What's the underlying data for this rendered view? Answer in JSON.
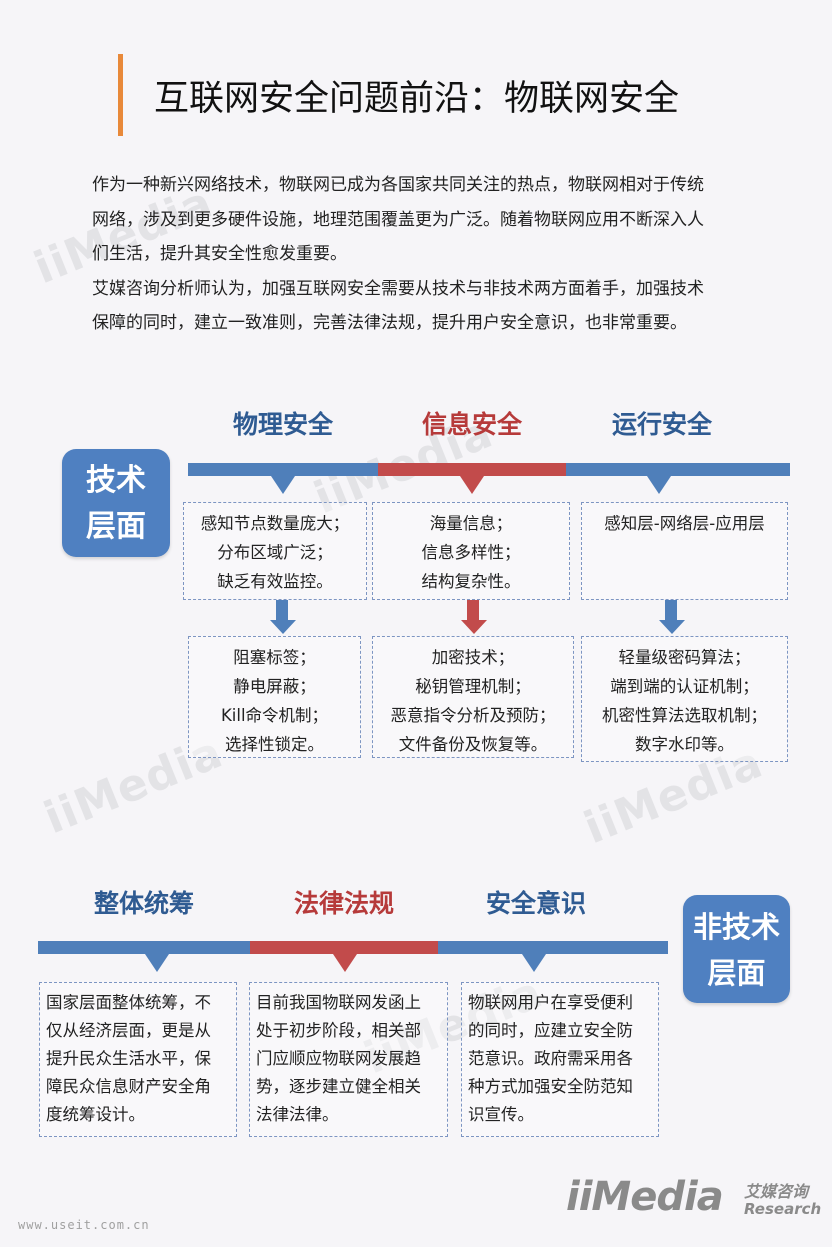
{
  "title": "互联网安全问题前沿：物联网安全",
  "intro": [
    "作为一种新兴网络技术，物联网已成为各国家共同关注的热点，物联网相对于传统",
    "网络，涉及到更多硬件设施，地理范围覆盖更为广泛。随着物联网应用不断深入人",
    "们生活，提升其安全性愈发重要。",
    "艾媒咨询分析师认为，加强互联网安全需要从技术与非技术两方面着手，加强技术",
    "保障的同时，建立一致准则，完善法律法规，提升用户安全意识，也非常重要。"
  ],
  "tech": {
    "badge": [
      "技术",
      "层面"
    ],
    "columns": [
      {
        "heading": "物理安全",
        "color": "#2f5b92",
        "issues": [
          "感知节点数量庞大；",
          "分布区域广泛；",
          "缺乏有效监控。"
        ],
        "measures": [
          "阻塞标签；",
          "静电屏蔽；",
          "Kill命令机制；",
          "选择性锁定。"
        ]
      },
      {
        "heading": "信息安全",
        "color": "#b63a3a",
        "issues": [
          "海量信息；",
          "信息多样性；",
          "结构复杂性。"
        ],
        "measures": [
          "加密技术；",
          "秘钥管理机制；",
          "恶意指令分析及预防；",
          "文件备份及恢复等。"
        ]
      },
      {
        "heading": "运行安全",
        "color": "#2f5b92",
        "issues": [
          "感知层-网络层-应用层"
        ],
        "measures": [
          "轻量级密码算法；",
          "端到端的认证机制；",
          "机密性算法选取机制；",
          "数字水印等。"
        ]
      }
    ]
  },
  "nontech": {
    "badge": [
      "非技术",
      "层面"
    ],
    "columns": [
      {
        "heading": "整体统筹",
        "color": "#2f5b92",
        "text": [
          "国家层面整体统筹，不",
          "仅从经济层面，更是从",
          "提升民众生活水平，保",
          "障民众信息财产安全角",
          "度统筹设计。"
        ]
      },
      {
        "heading": "法律法规",
        "color": "#b63a3a",
        "text": [
          "目前我国物联网发函上",
          "处于初步阶段，相关部",
          "门应顺应物联网发展趋",
          "势，逐步建立健全相关",
          "法律法律。"
        ]
      },
      {
        "heading": "安全意识",
        "color": "#2f5b92",
        "text": [
          "物联网用户在享受便利",
          "的同时，应建立安全防",
          "范意识。政府需采用各",
          "种方式加强安全防范知",
          "识宣传。"
        ]
      }
    ]
  },
  "logo": {
    "main": "iiMedia",
    "cn": "艾媒咨询",
    "en": "Research",
    "icon": "iimedia-logo-icon"
  },
  "watermark": "iiMedia",
  "source": "www.useit.com.cn"
}
